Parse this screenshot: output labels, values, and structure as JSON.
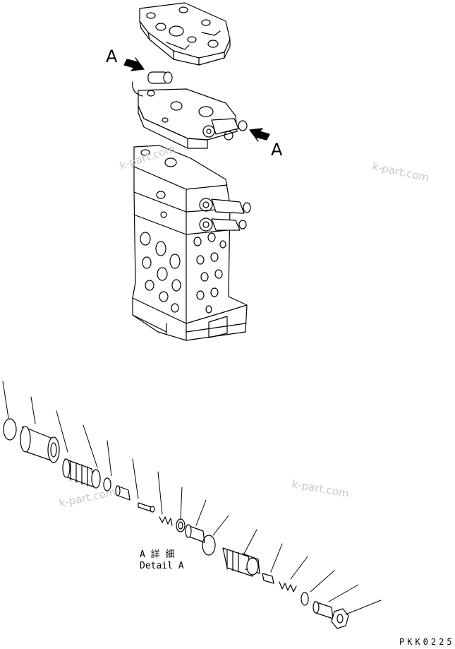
{
  "labels": {
    "view_arrow_left": "A",
    "view_arrow_right": "A",
    "detail_caption_jp": "A 詳 細",
    "detail_caption_en": "Detail A",
    "drawing_code": "PKK0225"
  },
  "watermarks": [
    "k-part.com",
    "k-part.com",
    "k-part.com",
    "k-part.com"
  ],
  "colors": {
    "line": "#000000",
    "watermark": "#c8c8c8",
    "background": "#ffffff"
  }
}
